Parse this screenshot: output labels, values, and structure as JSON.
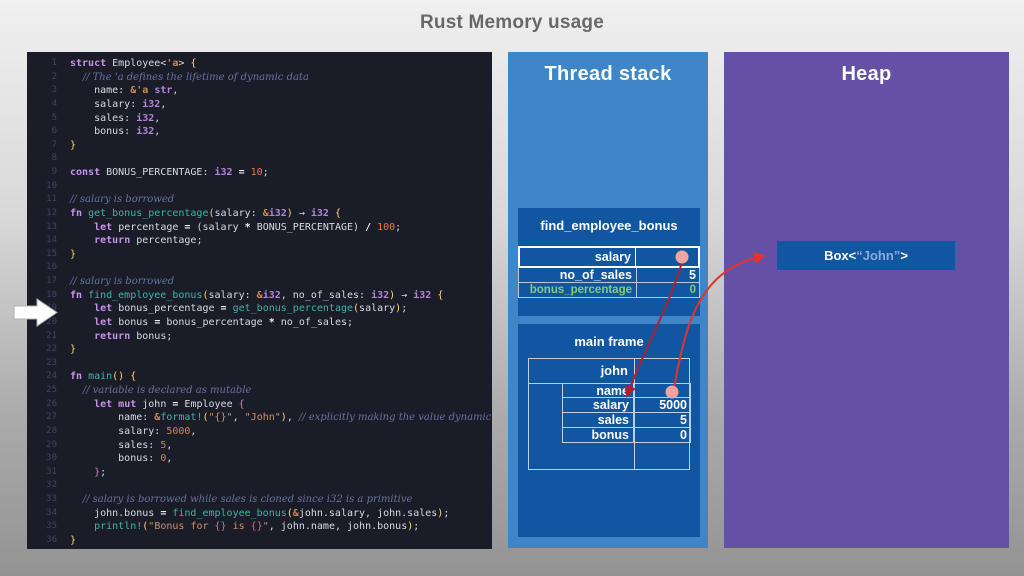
{
  "title": "Rust Memory usage",
  "code": {
    "lines": [
      {
        "tokens": [
          [
            "k",
            "struct "
          ],
          [
            "p",
            "Employee<"
          ],
          [
            "a",
            "'a"
          ],
          [
            "p",
            "> "
          ],
          [
            "y",
            "{"
          ]
        ]
      },
      {
        "tokens": [
          [
            "c",
            "    // The 'a defines the lifetime of dynamic data"
          ]
        ]
      },
      {
        "tokens": [
          [
            "p",
            "    name: "
          ],
          [
            "a",
            "&'a "
          ],
          [
            "t",
            "str"
          ],
          [
            "p",
            ","
          ]
        ]
      },
      {
        "tokens": [
          [
            "p",
            "    salary: "
          ],
          [
            "t",
            "i32"
          ],
          [
            "p",
            ","
          ]
        ]
      },
      {
        "tokens": [
          [
            "p",
            "    sales: "
          ],
          [
            "t",
            "i32"
          ],
          [
            "p",
            ","
          ]
        ]
      },
      {
        "tokens": [
          [
            "p",
            "    bonus: "
          ],
          [
            "t",
            "i32"
          ],
          [
            "p",
            ","
          ]
        ]
      },
      {
        "tokens": [
          [
            "y",
            "}"
          ]
        ]
      },
      {
        "tokens": []
      },
      {
        "tokens": [
          [
            "k",
            "const "
          ],
          [
            "p",
            "BONUS_PERCENTAGE: "
          ],
          [
            "t",
            "i32"
          ],
          [
            "o",
            " = "
          ],
          [
            "n",
            "10"
          ],
          [
            "p",
            ";"
          ]
        ]
      },
      {
        "tokens": []
      },
      {
        "tokens": [
          [
            "c",
            "// salary is borrowed"
          ]
        ]
      },
      {
        "tokens": [
          [
            "k",
            "fn "
          ],
          [
            "f",
            "get_bonus_percentage"
          ],
          [
            "y",
            "("
          ],
          [
            "p",
            "salary: "
          ],
          [
            "a",
            "&"
          ],
          [
            "t",
            "i32"
          ],
          [
            "y",
            ")"
          ],
          [
            "p",
            " → "
          ],
          [
            "t",
            "i32"
          ],
          [
            "p",
            " "
          ],
          [
            "y",
            "{"
          ]
        ]
      },
      {
        "tokens": [
          [
            "p",
            "    "
          ],
          [
            "k",
            "let "
          ],
          [
            "p",
            "percentage "
          ],
          [
            "o",
            "= "
          ],
          [
            "p",
            "(salary "
          ],
          [
            "o",
            "* "
          ],
          [
            "p",
            "BONUS_PERCENTAGE) "
          ],
          [
            "o",
            "/ "
          ],
          [
            "n",
            "100"
          ],
          [
            "p",
            ";"
          ]
        ]
      },
      {
        "tokens": [
          [
            "p",
            "    "
          ],
          [
            "k",
            "return "
          ],
          [
            "p",
            "percentage;"
          ]
        ]
      },
      {
        "tokens": [
          [
            "y",
            "}"
          ]
        ]
      },
      {
        "tokens": []
      },
      {
        "tokens": [
          [
            "c",
            "// salary is borrowed"
          ]
        ]
      },
      {
        "tokens": [
          [
            "k",
            "fn "
          ],
          [
            "f",
            "find_employee_bonus"
          ],
          [
            "y",
            "("
          ],
          [
            "p",
            "salary: "
          ],
          [
            "a",
            "&"
          ],
          [
            "t",
            "i32"
          ],
          [
            "p",
            ", no_of_sales: "
          ],
          [
            "t",
            "i32"
          ],
          [
            "y",
            ")"
          ],
          [
            "p",
            " → "
          ],
          [
            "t",
            "i32"
          ],
          [
            "p",
            " "
          ],
          [
            "y",
            "{"
          ]
        ]
      },
      {
        "tokens": [
          [
            "p",
            "    "
          ],
          [
            "k",
            "let "
          ],
          [
            "p",
            "bonus_percentage "
          ],
          [
            "o",
            "= "
          ],
          [
            "f",
            "get_bonus_percentage"
          ],
          [
            "y",
            "("
          ],
          [
            "p",
            "salary"
          ],
          [
            "y",
            ")"
          ],
          [
            "p",
            ";"
          ]
        ]
      },
      {
        "tokens": [
          [
            "p",
            "    "
          ],
          [
            "k",
            "let "
          ],
          [
            "p",
            "bonus "
          ],
          [
            "o",
            "= "
          ],
          [
            "p",
            "bonus_percentage "
          ],
          [
            "o",
            "* "
          ],
          [
            "p",
            "no_of_sales;"
          ]
        ]
      },
      {
        "tokens": [
          [
            "p",
            "    "
          ],
          [
            "k",
            "return "
          ],
          [
            "p",
            "bonus;"
          ]
        ]
      },
      {
        "tokens": [
          [
            "y",
            "}"
          ]
        ]
      },
      {
        "tokens": []
      },
      {
        "tokens": [
          [
            "k",
            "fn "
          ],
          [
            "f",
            "main"
          ],
          [
            "y",
            "()"
          ],
          [
            "p",
            " "
          ],
          [
            "y",
            "{"
          ]
        ]
      },
      {
        "tokens": [
          [
            "c",
            "    // variable is declared as mutable"
          ]
        ]
      },
      {
        "tokens": [
          [
            "p",
            "    "
          ],
          [
            "k",
            "let mut "
          ],
          [
            "p",
            "john "
          ],
          [
            "o",
            "= "
          ],
          [
            "p",
            "Employee "
          ],
          [
            "m",
            "{"
          ]
        ]
      },
      {
        "tokens": [
          [
            "p",
            "        name: "
          ],
          [
            "a",
            "&"
          ],
          [
            "f",
            "format!"
          ],
          [
            "y",
            "("
          ],
          [
            "s",
            "\"{}\""
          ],
          [
            "p",
            ", "
          ],
          [
            "s",
            "\"John\""
          ],
          [
            "y",
            ")"
          ],
          [
            "p",
            ", "
          ],
          [
            "c",
            "// explicitly making the value dynamic"
          ]
        ]
      },
      {
        "tokens": [
          [
            "p",
            "        salary: "
          ],
          [
            "n",
            "5000"
          ],
          [
            "p",
            ","
          ]
        ]
      },
      {
        "tokens": [
          [
            "p",
            "        sales: "
          ],
          [
            "n",
            "5"
          ],
          [
            "p",
            ","
          ]
        ]
      },
      {
        "tokens": [
          [
            "p",
            "        bonus: "
          ],
          [
            "n",
            "0"
          ],
          [
            "p",
            ","
          ]
        ]
      },
      {
        "tokens": [
          [
            "p",
            "    "
          ],
          [
            "m",
            "}"
          ],
          [
            "p",
            ";"
          ]
        ]
      },
      {
        "tokens": []
      },
      {
        "tokens": [
          [
            "c",
            "    // salary is borrowed while sales is cloned since i32 is a primitive"
          ]
        ]
      },
      {
        "tokens": [
          [
            "p",
            "    john.bonus "
          ],
          [
            "o",
            "= "
          ],
          [
            "f",
            "find_employee_bonus"
          ],
          [
            "y",
            "("
          ],
          [
            "a",
            "&"
          ],
          [
            "p",
            "john.salary, john.sales"
          ],
          [
            "y",
            ")"
          ],
          [
            "p",
            ";"
          ]
        ]
      },
      {
        "tokens": [
          [
            "p",
            "    "
          ],
          [
            "f",
            "println!"
          ],
          [
            "y",
            "("
          ],
          [
            "s",
            "\"Bonus for "
          ],
          [
            "sb",
            "{}"
          ],
          [
            "s",
            " is "
          ],
          [
            "sb",
            "{}"
          ],
          [
            "s",
            "\""
          ],
          [
            "p",
            ", john.name, john.bonus"
          ],
          [
            "y",
            ")"
          ],
          [
            "p",
            ";"
          ]
        ]
      },
      {
        "tokens": [
          [
            "y",
            "}"
          ]
        ]
      }
    ]
  },
  "stack": {
    "title": "Thread stack",
    "frames": [
      {
        "title": "find_employee_bonus",
        "rows": [
          {
            "label": "salary",
            "value": "",
            "highlight": true,
            "pointer": true,
            "green": false
          },
          {
            "label": "no_of_sales",
            "value": "5",
            "highlight": false,
            "pointer": false,
            "green": false
          },
          {
            "label": "bonus_percentage",
            "value": "0",
            "highlight": false,
            "pointer": false,
            "green": true
          }
        ]
      },
      {
        "title": "main frame",
        "struct_label": "john",
        "rows": [
          {
            "label": "name",
            "value": "",
            "highlight": false,
            "pointer": true,
            "green": false
          },
          {
            "label": "salary",
            "value": "5000",
            "highlight": false,
            "pointer": false,
            "green": false
          },
          {
            "label": "sales",
            "value": "5",
            "highlight": false,
            "pointer": false,
            "green": false
          },
          {
            "label": "bonus",
            "value": "0",
            "highlight": false,
            "pointer": false,
            "green": false
          }
        ]
      }
    ]
  },
  "heap": {
    "title": "Heap",
    "box": {
      "prefix": "Box<",
      "name": "“John”",
      "suffix": ">"
    }
  },
  "colors": {
    "stack_panel": "#3e86c7",
    "heap_panel": "#6451a5",
    "frame_blue": "#1156a0",
    "pointer_dot": "#f1a49e",
    "arrow_dark_red": "#ad2130",
    "arrow_bright_red": "#e2332a",
    "green_text": "#86ca7c",
    "code_background": "#1a1d28",
    "title_gray": "#686868"
  }
}
